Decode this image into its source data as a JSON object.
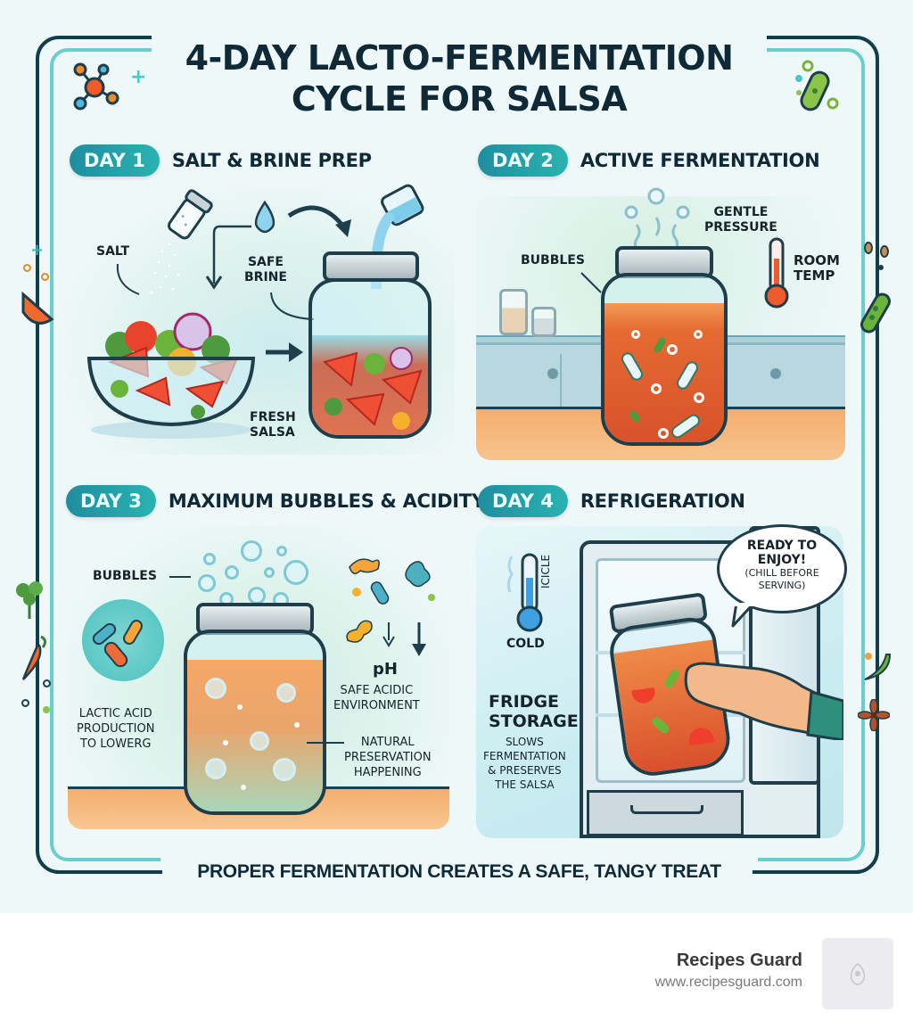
{
  "poster": {
    "title_line1": "4-DAY LACTO-FERMENTATION",
    "title_line2": "CYCLE FOR SALSA",
    "footer_tagline": "PROPER FERMENTATION CREATES A SAFE, TANGY TREAT",
    "colors": {
      "background": "#eef8f9",
      "frame_dark": "#123d4a",
      "frame_teal": "#3cc2be",
      "pill_teal": "#1f8ea0",
      "salsa_orange": "#e0622e",
      "counter_orange": "#f4b07a",
      "text_dark": "#0f2a36"
    }
  },
  "days": [
    {
      "badge": "DAY 1",
      "title": "SALT & BRINE PREP",
      "labels": {
        "salt": "SALT",
        "safe_brine_1": "SAFE",
        "safe_brine_2": "BRINE",
        "fresh_salsa_1": "FRESH",
        "fresh_salsa_2": "SALSA"
      },
      "icons": [
        "salt-shaker-icon",
        "water-drop-icon",
        "measuring-cup-icon",
        "salad-bowl-icon",
        "mason-jar-icon",
        "arrow-right-icon"
      ]
    },
    {
      "badge": "DAY 2",
      "title": "ACTIVE FERMENTATION",
      "labels": {
        "bubbles": "BUBBLES",
        "gentle_pressure_1": "GENTLE",
        "gentle_pressure_2": "PRESSURE",
        "room_temp_1": "ROOM",
        "room_temp_2": "TEMP"
      },
      "icons": [
        "mason-jar-icon",
        "thermometer-warm-icon",
        "steam-icon"
      ]
    },
    {
      "badge": "DAY 3",
      "title": "MAXIMUM BUBBLES & ACIDITY",
      "labels": {
        "bubbles": "BUBBLES",
        "lactic_1": "LACTIC ACID",
        "lactic_2": "PRODUCTION",
        "lactic_3": "TO LOWERG",
        "ph": "pH",
        "acidic_1": "SAFE ACIDIC",
        "acidic_2": "ENVIRONMENT",
        "natural_1": "NATURAL",
        "natural_2": "PRESERVATION",
        "natural_3": "HAPPENING"
      },
      "icons": [
        "bacteria-icon",
        "mason-jar-icon",
        "ph-down-arrow-icon"
      ]
    },
    {
      "badge": "DAY 4",
      "title": "REFRIGERATION",
      "labels": {
        "icicle": "ICICLE",
        "cold": "COLD",
        "fridge_1": "FRIDGE",
        "fridge_2": "STORAGE",
        "slows_1": "SLOWS",
        "slows_2": "FERMENTATION",
        "slows_3": "& PRESERVES",
        "slows_4": "THE SALSA",
        "bubble_1": "READY TO",
        "bubble_2": "ENJOY!",
        "bubble_3": "(CHILL BEFORE",
        "bubble_4": "SERVING)"
      },
      "icons": [
        "thermometer-cold-icon",
        "refrigerator-icon",
        "hand-holding-jar-icon",
        "speech-bubble-icon"
      ]
    }
  ],
  "brand": {
    "name": "Recipes Guard",
    "url": "www.recipesguard.com",
    "logo_icon": "recipes-guard-logo-icon"
  }
}
